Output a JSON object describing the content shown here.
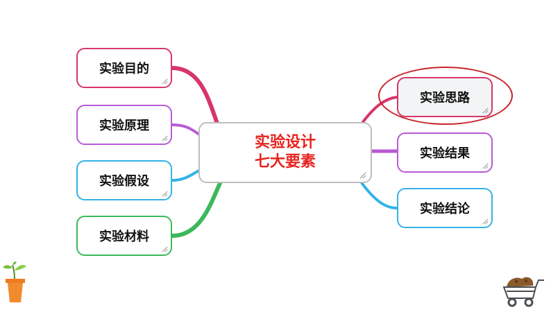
{
  "diagram": {
    "center": {
      "line1": "实验设计",
      "line2": "七大要素"
    },
    "left_nodes": [
      {
        "label": "实验目的",
        "color": "#d8356a"
      },
      {
        "label": "实验原理",
        "color": "#b85ad6"
      },
      {
        "label": "实验假设",
        "color": "#33b3e6"
      },
      {
        "label": "实验材料",
        "color": "#3cb85c"
      }
    ],
    "right_nodes": [
      {
        "label": "实验思路",
        "color": "#d8356a",
        "highlighted": true
      },
      {
        "label": "实验结果",
        "color": "#b85ad6"
      },
      {
        "label": "实验结论",
        "color": "#33b3e6"
      }
    ],
    "highlight_color": "#c9252b"
  },
  "icons": {
    "bottom_left": "sprout-pot-icon",
    "bottom_right": "soil-cart-icon"
  }
}
